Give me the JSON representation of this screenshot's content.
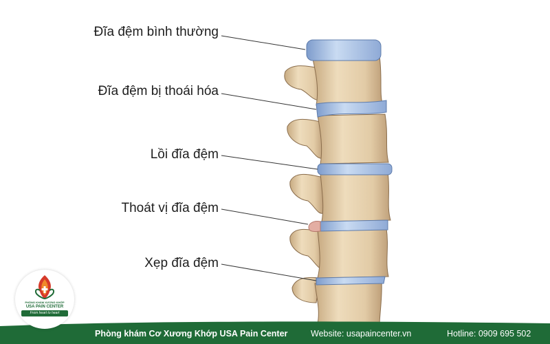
{
  "labels": {
    "normal_disc": "Đĩa đệm bình thường",
    "degenerated_disc": "Đĩa đệm bị thoái hóa",
    "bulging_disc": "Lồi đĩa đệm",
    "herniated_disc": "Thoát vị đĩa đệm",
    "collapsed_disc": "Xẹp đĩa đệm"
  },
  "footer": {
    "clinic_name": "Phòng khám Cơ Xương Khớp USA Pain Center",
    "website": "Website: usapaincenter.vn",
    "hotline": "Hotline: 0909 695 502"
  },
  "logo": {
    "clinic_small": "PHÒNG KHÁM XƯƠNG KHỚP",
    "brand": "USA PAIN CENTER",
    "slogan": "From heart to heart"
  },
  "colors": {
    "bone": "#e2cba6",
    "bone_dark": "#c8ab82",
    "disc": "#a7c1e3",
    "disc_dark": "#6f8fbf",
    "herniation": "#e3aea3",
    "footer_green": "#1f6b37",
    "logo_red": "#d63a2a"
  }
}
